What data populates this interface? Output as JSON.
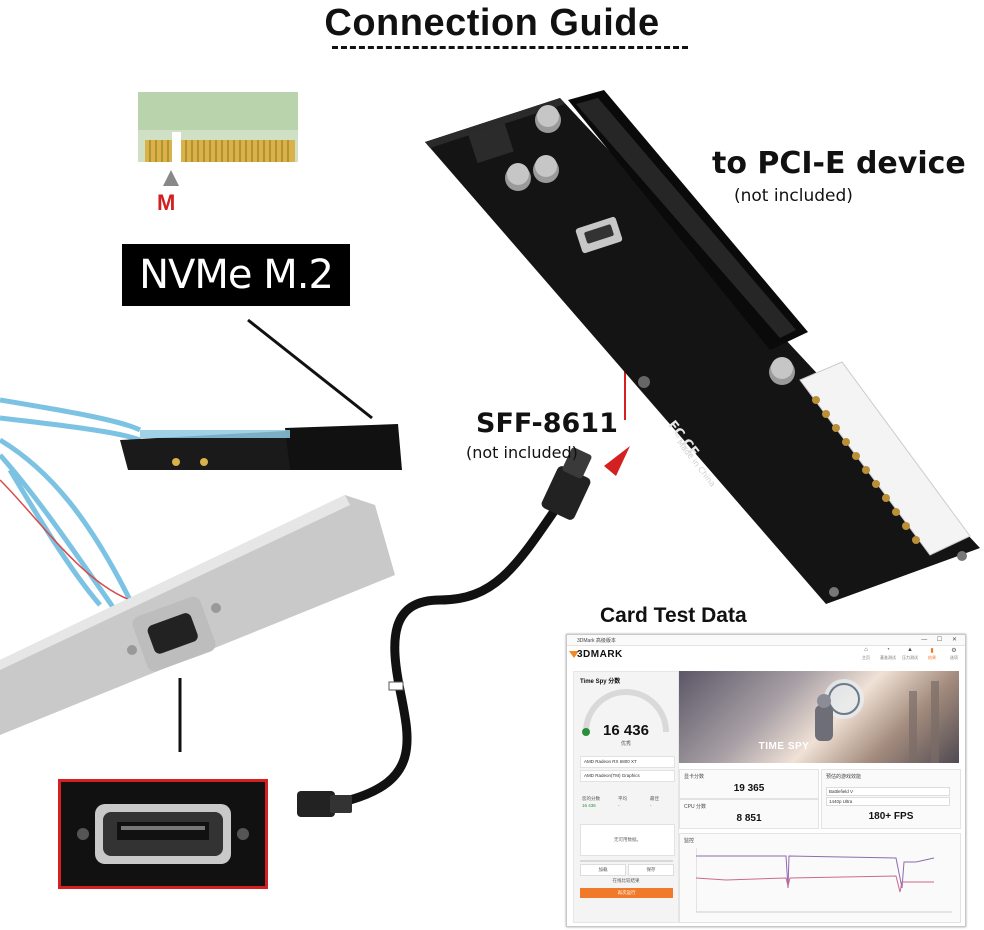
{
  "header": {
    "title": "Connection Guide"
  },
  "labels": {
    "m_key": "M",
    "nvme": "NVMe M.2",
    "pcie_device": "to PCI-E device",
    "pcie_device_note": "(not included)",
    "sff": "SFF-8611",
    "sff_note": "(not included)",
    "card_test": "Card Test Data"
  },
  "board_silk": {
    "fcc": "FC CE",
    "made_in": "Made in China"
  },
  "benchmark": {
    "app_title": "3DMark 高级版本",
    "brand": "3DMARK",
    "nav": [
      {
        "icon": "⌂",
        "label": "主页"
      },
      {
        "icon": "◔",
        "label": "基准测试"
      },
      {
        "icon": "▲",
        "label": "压力测试"
      },
      {
        "icon": "▮",
        "label": "结果"
      },
      {
        "icon": "⚙",
        "label": "选项"
      }
    ],
    "test_name": "Time Spy 分数",
    "score": "16 436",
    "score_rating": "优秀",
    "hardware": [
      "AMD Radeon RX 6800 XT",
      "AMD Radeon(TM) Graphics"
    ],
    "subscores": [
      {
        "label": "您的分数",
        "value": "16 436"
      },
      {
        "label": "平均",
        "value": "-"
      },
      {
        "label": "最佳",
        "value": "-"
      }
    ],
    "compare_text": "无可用数据。",
    "buttons": [
      "加载",
      "保存",
      "在线比较结果",
      "再次运行"
    ],
    "hero_label": "TIME SPY",
    "graphics_label": "显卡分数",
    "graphics_score": "19 365",
    "cpu_label": "CPU 分数",
    "cpu_score": "8 851",
    "estimate_label": "预估的游戏效能",
    "game": "Battlefield V",
    "resolution": "1440p Ultra",
    "fps": "180+ FPS",
    "monitor_label": "监控",
    "colors": {
      "accent": "#f07a2a",
      "good": "#2a8f3b",
      "line1": "#8e6bb0",
      "line2": "#c96b8e"
    }
  },
  "colors": {
    "pcb": "#141414",
    "cable_blue": "#7cc3e3",
    "highlight_red": "#d42020",
    "bracket": "#c8c8c8"
  }
}
